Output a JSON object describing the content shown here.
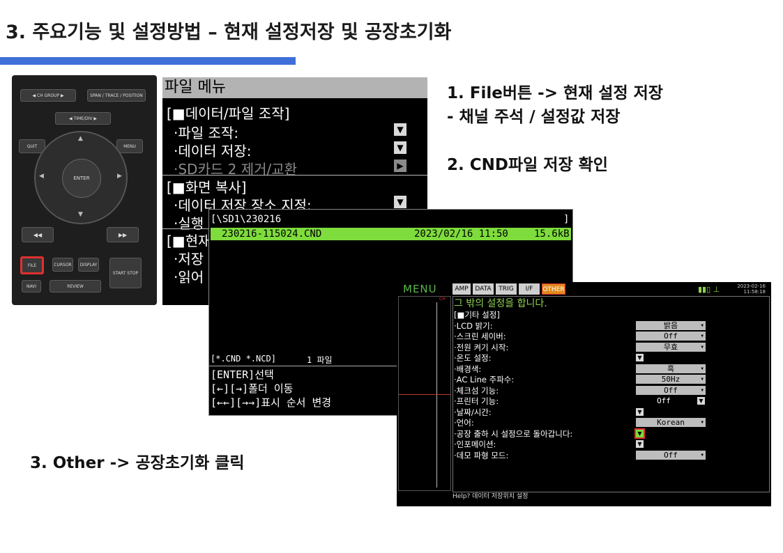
{
  "slide": {
    "title": "3. 주요기능 및 설정방법 – 현재 설정저장 및 공장초기화",
    "accent_color": "#3f6fd8",
    "notes": {
      "line1": "1. File버튼 -> 현재 설정 저장",
      "line2": "- 채널 주석 / 설정값 저장",
      "line3": "2. CND파일 저장 확인",
      "line4": "3. Other -> 공장초기화 클릭"
    }
  },
  "device": {
    "keys": {
      "ch_group": "◀ CH GROUP ▶",
      "span": "SPAN / TRACE / POSITION",
      "time_div": "◀ TIME/DIV ▶",
      "quit": "QUIT",
      "menu": "MENU",
      "enter": "ENTER",
      "rewind": "◀◀",
      "forward": "▶▶",
      "file": "FILE",
      "cursor": "CURSOR",
      "display": "DISPLAY",
      "start_stop": "START STOP",
      "navi": "NAVI",
      "review": "REVIEW"
    },
    "highlight_color": "#e03030"
  },
  "file_menu": {
    "header": "파일 메뉴",
    "section1": "[■데이터/파일 조작]",
    "item1": "·파일 조작:",
    "item2": "·데이터 저장:",
    "item3": "·SD카드 2 제거/교환",
    "section2": "[■화면 복사]",
    "item4": "·데이터 저장 장소 지정:",
    "item5": "·실행",
    "section3": "[■현재",
    "item6": "·저장",
    "item7": "·읽어"
  },
  "file_list": {
    "path": "[\\SD1\\230216",
    "path_end": "]",
    "row": {
      "name": "230216-115024.CND",
      "date": "2023/02/16 11:50",
      "size": "15.6kB"
    },
    "filter": "[*.CND *.NCD]",
    "count": "1 파일",
    "help1": "[ENTER]선택",
    "help2": "[←][→]폴더 이동",
    "help3": "[←←][→→]표시 순서 변경",
    "highlight_color": "#7edc3c"
  },
  "other_screen": {
    "menu_label": "MENU",
    "tabs": [
      "AMP",
      "DATA",
      "TRIG",
      "I/F",
      "OTHER"
    ],
    "status_date": "2023-02-16",
    "status_time": "11:58:18",
    "ch_label": "CH",
    "description": "그 밖의 설정을 합니다.",
    "section": "[■기타 설정]",
    "rows": [
      {
        "label": "·LCD 밝기:",
        "value": "밝음"
      },
      {
        "label": "·스크린 세이버:",
        "value": "Off"
      },
      {
        "label": "·전원 켜기 시작:",
        "value": "무효"
      },
      {
        "label": "·온도 설정:",
        "value": ""
      },
      {
        "label": "·배경색:",
        "value": "흑"
      },
      {
        "label": "·AC Line 주파수:",
        "value": "50Hz"
      },
      {
        "label": "·체크섬 기능:",
        "value": "Off"
      },
      {
        "label": "·프린터 기능:",
        "value": "Off"
      },
      {
        "label": "·날짜/시간:",
        "value": ""
      },
      {
        "label": "·언어:",
        "value": "Korean"
      },
      {
        "label": "·공장 출하 시 설정으로 돌아갑니다:",
        "value": ""
      },
      {
        "label": "·인포메이션:",
        "value": ""
      },
      {
        "label": "·데모 파형 모드:",
        "value": "Off"
      }
    ],
    "help": "Help? 데이터 저장위치 설정"
  }
}
